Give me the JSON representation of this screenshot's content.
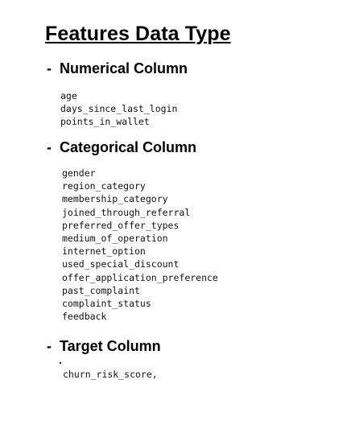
{
  "document": {
    "title": "Features Data Type"
  },
  "sections": {
    "numerical": {
      "bullet": "-",
      "heading": "Numerical Column",
      "items": [
        "age",
        "days_since_last_login",
        "points_in_wallet"
      ]
    },
    "categorical": {
      "bullet": "-",
      "heading": "Categorical Column",
      "items": [
        "gender",
        "region_category",
        "membership_category",
        "joined_through_referral",
        "preferred_offer_types",
        "medium_of_operation",
        "internet_option",
        "used_special_discount",
        "offer_application_preference",
        "past_complaint",
        "complaint_status",
        "feedback"
      ]
    },
    "target": {
      "bullet": "-",
      "heading": "Target Column",
      "items": [
        "churn_risk_score,"
      ]
    }
  }
}
